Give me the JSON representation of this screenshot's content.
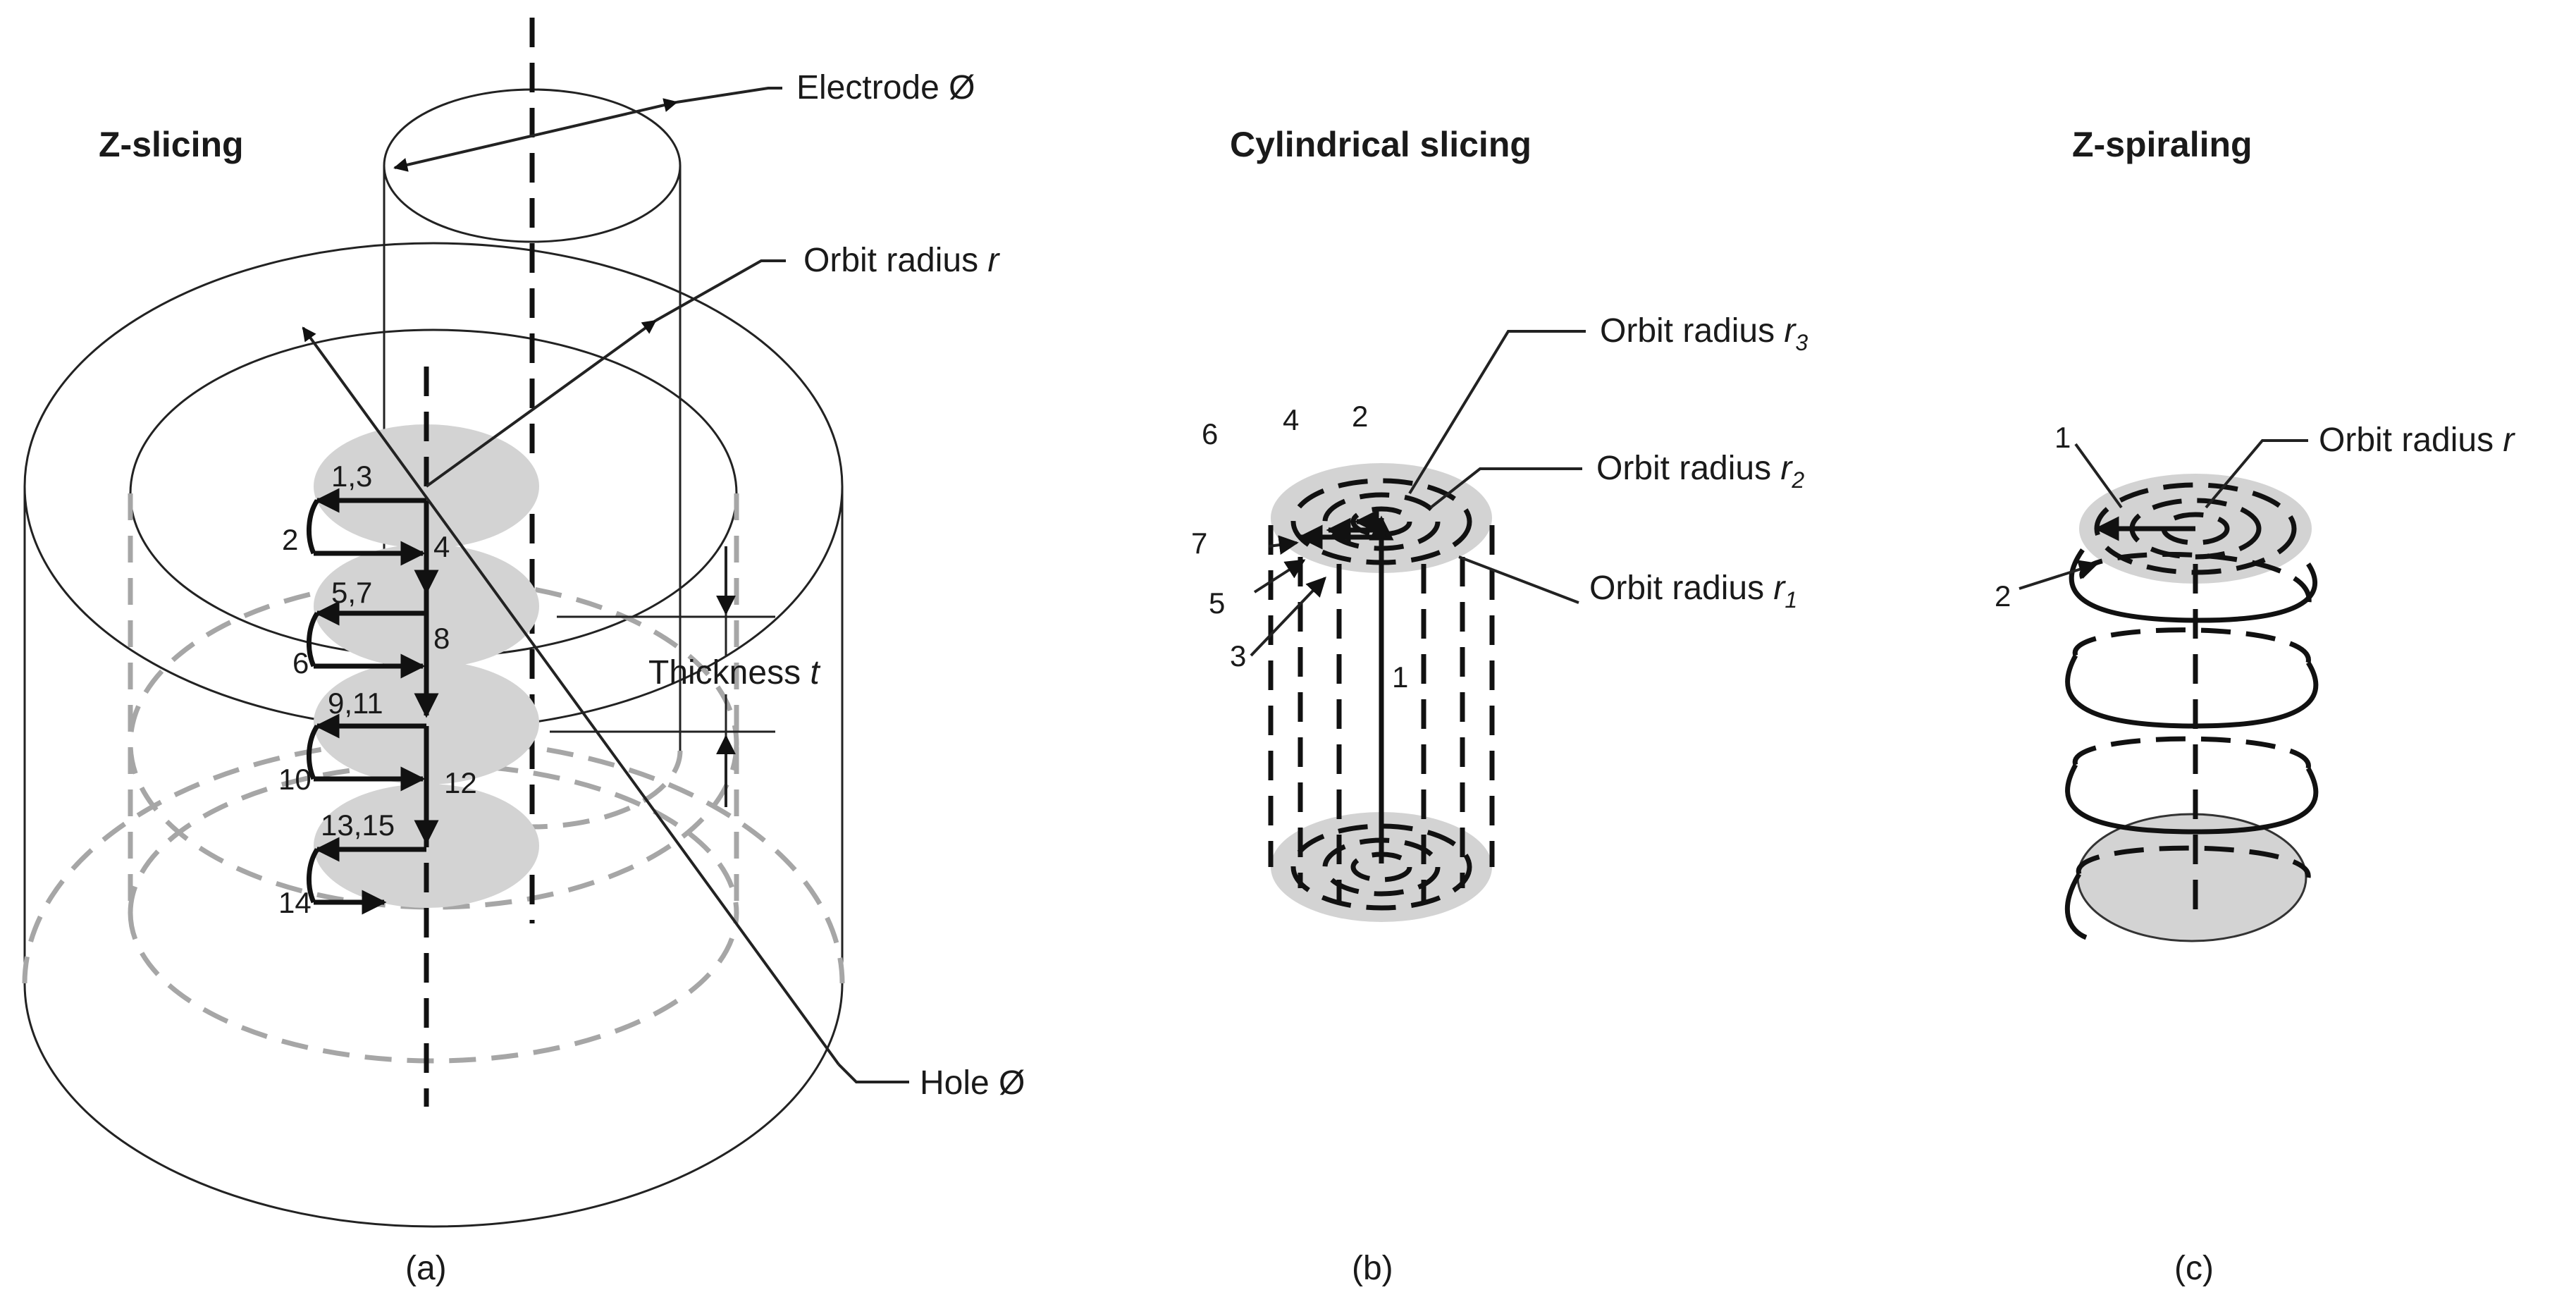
{
  "panels": [
    {
      "id": "a",
      "title": "Z-slicing",
      "caption": "(a)",
      "labels": {
        "electrode": "Electrode Ø",
        "orbit_radius": "Orbit radius ",
        "orbit_radius_var": "r",
        "thickness": "Thickness ",
        "thickness_var": "t",
        "hole": "Hole Ø"
      },
      "step_numbers": [
        "1,3",
        "2",
        "4",
        "5,7",
        "6",
        "8",
        "9,11",
        "10",
        "12",
        "13,15",
        "14"
      ]
    },
    {
      "id": "b",
      "title": "Cylindrical slicing",
      "caption": "(b)",
      "labels": {
        "orbit_prefix": "Orbit radius ",
        "orbit_var": "r",
        "r3_sub": "3",
        "r2_sub": "2",
        "r1_sub": "1"
      },
      "step_numbers": [
        "6",
        "4",
        "2",
        "7",
        "5",
        "3",
        "1"
      ]
    },
    {
      "id": "c",
      "title": "Z-spiraling",
      "caption": "(c)",
      "labels": {
        "orbit_radius": "Orbit radius ",
        "orbit_radius_var": "r"
      },
      "step_numbers": [
        "1",
        "2"
      ]
    }
  ],
  "colors": {
    "line": "#111111",
    "hidden_edge": "#a6a6a6",
    "slice_fill": "#d3d3d3"
  }
}
